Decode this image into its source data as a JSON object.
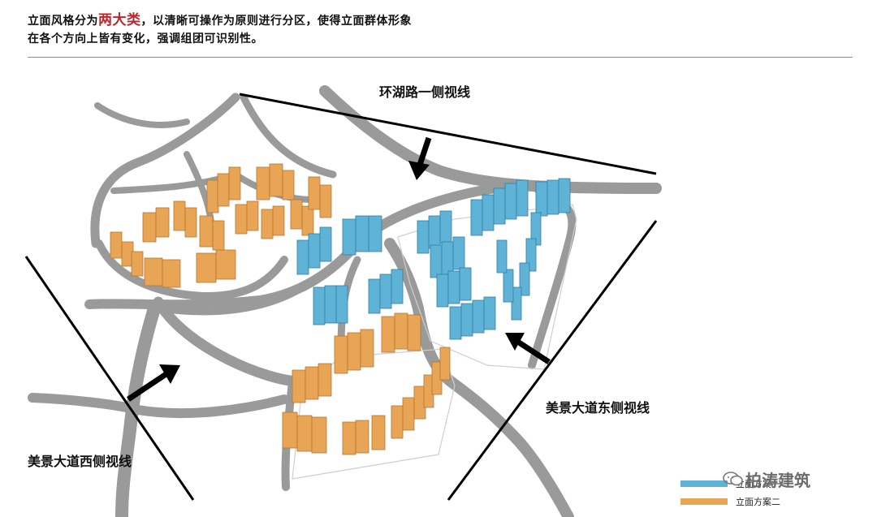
{
  "header": {
    "line1_pre": "立面风格分为",
    "line1_highlight": "两大类",
    "line1_post": "，以清晰可操作为原则进行分区，使得立面群体形象",
    "line2": "在各个方向上皆有变化，强调组团可识别性。"
  },
  "labels": {
    "north_view": "环湖路一侧视线",
    "east_view": "美景大道东侧视线",
    "west_view": "美景大道西侧视线"
  },
  "legend": {
    "items": [
      {
        "label": "立面方案一",
        "color": "#5fb3d6"
      },
      {
        "label": "立面方案二",
        "color": "#e8a556"
      }
    ]
  },
  "watermark": {
    "text": "柏涛建筑",
    "icon": "wechat-icon"
  },
  "colors": {
    "road": "#9a9a9a",
    "blue_building": "#5fb3d6",
    "orange_building": "#e8a556",
    "highlight": "#c0242b"
  }
}
